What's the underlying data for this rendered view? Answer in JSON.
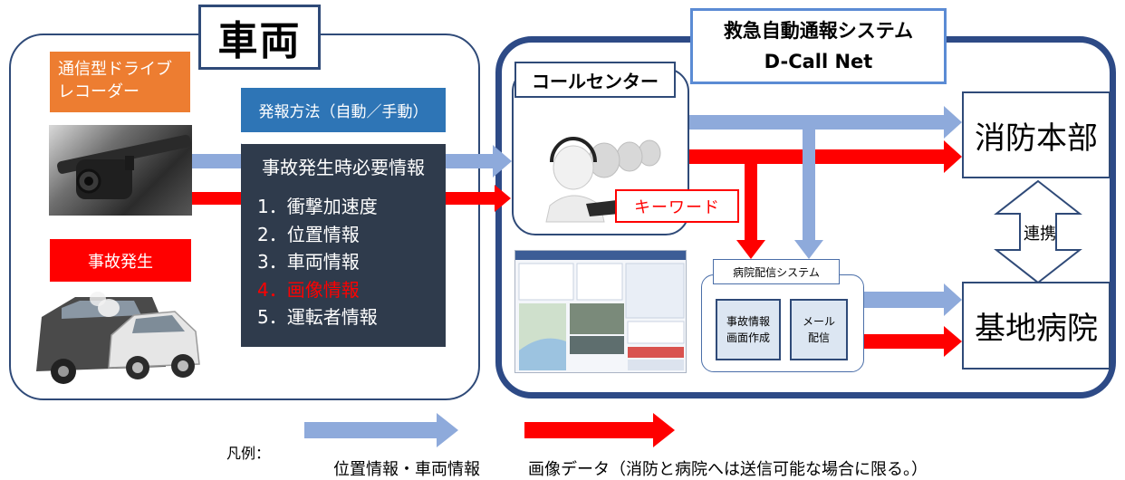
{
  "vehicle": {
    "title": "車両",
    "recorder_label": [
      "通信型ドライブ",
      "レコーダー"
    ],
    "report_method": "発報方法（自動／手動）",
    "info_title": "事故発生時必要情報",
    "info_items": [
      {
        "text": "1．衝撃加速度",
        "color": "#ffffff"
      },
      {
        "text": "2．位置情報",
        "color": "#ffffff"
      },
      {
        "text": "3．車両情報",
        "color": "#ffffff"
      },
      {
        "text": "4．画像情報",
        "color": "#ff0000"
      },
      {
        "text": "5．運転者情報",
        "color": "#ffffff"
      }
    ],
    "accident_label": "事故発生"
  },
  "system": {
    "title_line1": "救急自動通報システム",
    "title_line2": "D-Call Net",
    "call_center": "コールセンター",
    "keyword": "キーワード",
    "hospital_system": "病院配信システム",
    "screen_create": [
      "事故情報",
      "画面作成"
    ],
    "mail_delivery": [
      "メール",
      "配信"
    ],
    "fire_hq": "消防本部",
    "base_hospital": "基地病院",
    "cooperation": "連携"
  },
  "legend": {
    "label": "凡例：",
    "blue_label": "位置情報・車両情報",
    "red_label": "画像データ（消防と病院へは送信可能な場合に限る。）"
  },
  "colors": {
    "blue_arrow": "#8eaadb",
    "red_arrow": "#ff0000",
    "navy": "#2d4a86",
    "orange": "#ed7d31",
    "blue_box": "#2e75b6",
    "dark_box": "#2f3b4c"
  }
}
